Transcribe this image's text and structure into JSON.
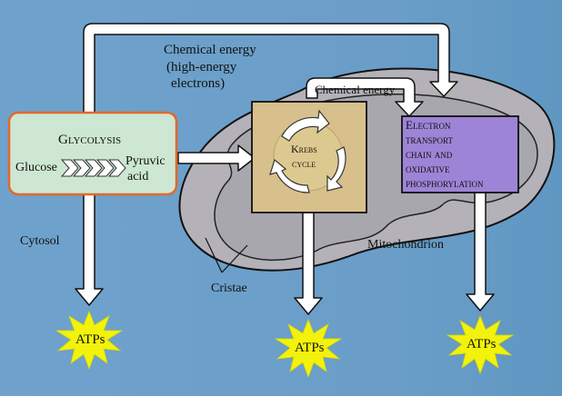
{
  "labels": {
    "chemical_energy_top": "Chemical energy",
    "high_energy_electrons_line1": "(high-energy",
    "high_energy_electrons_line2": "electrons)",
    "chemical_energy_inner": "Chemical energy",
    "glycolysis": "Glycolysis",
    "glucose": "Glucose",
    "pyruvic_line1": "Pyruvic",
    "pyruvic_line2": "acid",
    "krebs_line1": "Krebs",
    "krebs_line2": "cycle",
    "etc_line1": "Electron",
    "etc_line2": "transport",
    "etc_line3": "chain and",
    "etc_line4": "oxidative",
    "etc_line5": "phosphorylation",
    "cytosol": "Cytosol",
    "mitochondrion": "Mitochondrion",
    "cristae": "Cristae",
    "atp_1": "ATPs",
    "atp_2": "ATPs",
    "atp_3": "ATPs"
  },
  "colors": {
    "background": "#6b9fc9",
    "glycolysis_box": "#cde7d2",
    "glycolysis_border": "#e2682c",
    "krebs_box": "#d8c08c",
    "krebs_inner": "#dcc98f",
    "etc_box": "#9d84d6",
    "mitochondrion_fill": "#b4b2b8",
    "atp_burst": "#f2f20a",
    "arrow_fill": "#ffffff"
  }
}
